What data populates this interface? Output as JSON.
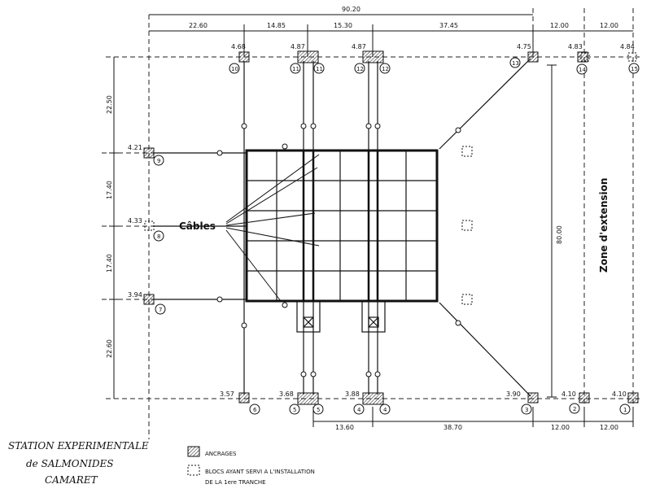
{
  "dimensions": {
    "total_top": "90.20",
    "top_spans": [
      "22.60",
      "14.85",
      "15.30",
      "37.45",
      "12.00",
      "12.00"
    ],
    "left_spans": [
      "22.50",
      "17.40",
      "17.40",
      "22.60"
    ],
    "bottom_spans": [
      "13.60",
      "38.70",
      "12.00",
      "12.00"
    ],
    "right_span": "80.00"
  },
  "elevations": {
    "top": [
      "4.68",
      "4.87",
      "4.87",
      "4.75",
      "4.83",
      "4.84"
    ],
    "left": [
      "4.21",
      "4.33",
      "3.94"
    ],
    "bottom": [
      "3.57",
      "3.68",
      "3.88",
      "3.90",
      "4.10",
      "4.10"
    ]
  },
  "anchor_numbers": {
    "top": [
      "10",
      "11",
      "11",
      "12",
      "12",
      "13",
      "14",
      "15"
    ],
    "left": [
      "9",
      "8",
      "7"
    ],
    "bottom": [
      "6",
      "5",
      "5",
      "4",
      "4",
      "3",
      "2",
      "1"
    ]
  },
  "labels": {
    "cables": "Câbles",
    "zone": "Zone d'extension"
  },
  "title": {
    "line1": "STATION EXPERIMENTALE",
    "line2": "de SALMONIDES",
    "line3": "CAMARET"
  },
  "legend": {
    "anchors": "ANCRAGES",
    "blocks_line1": "BLOCS AYANT SERVI A L'INSTALLATION",
    "blocks_line2": "DE LA 1ere TRANCHE"
  }
}
